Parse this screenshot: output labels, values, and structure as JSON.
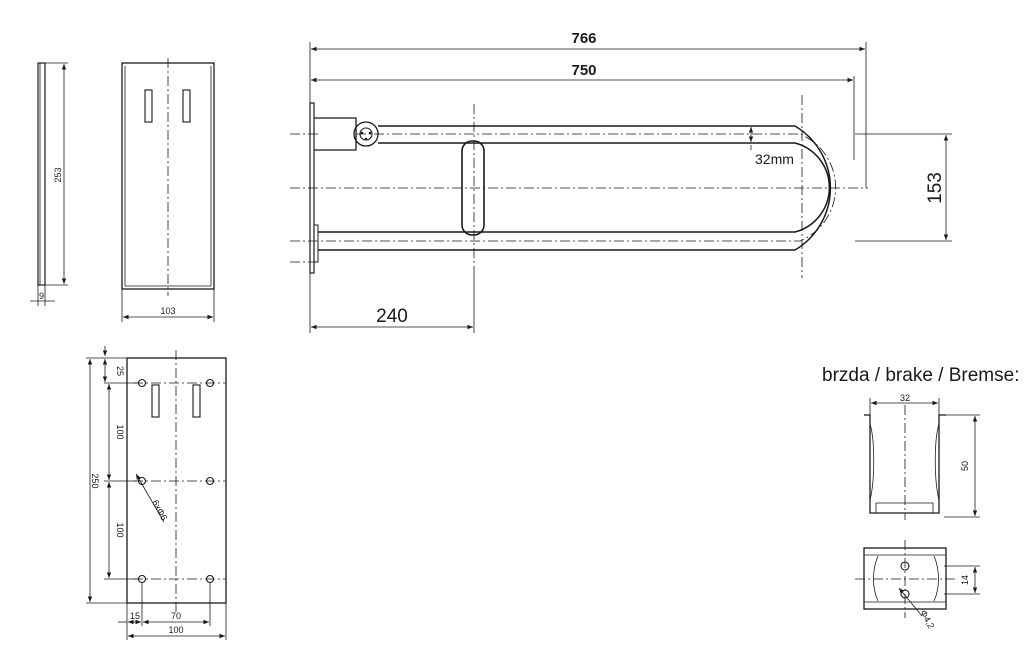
{
  "side_view": {
    "height_label": "253",
    "thickness_label": "9"
  },
  "front_view": {
    "width_label": "103"
  },
  "plate_view": {
    "top_offset_label": "25",
    "spacing_upper_label": "100",
    "total_height_label": "250",
    "spacing_lower_label": "100",
    "hole_label": "6xΦ6",
    "left_offset_label": "15",
    "hole_spacing_label": "70",
    "width_label": "100"
  },
  "main_view": {
    "overall_length_label": "766",
    "bar_length_label": "750",
    "tube_diameter_label": "32mm",
    "height_label": "153",
    "offset_label": "240"
  },
  "brake": {
    "title": "brzda / brake / Bremse:",
    "width_label": "32",
    "height_label": "50",
    "bottom_height_label": "14",
    "hole_label": "Φ4,2"
  }
}
